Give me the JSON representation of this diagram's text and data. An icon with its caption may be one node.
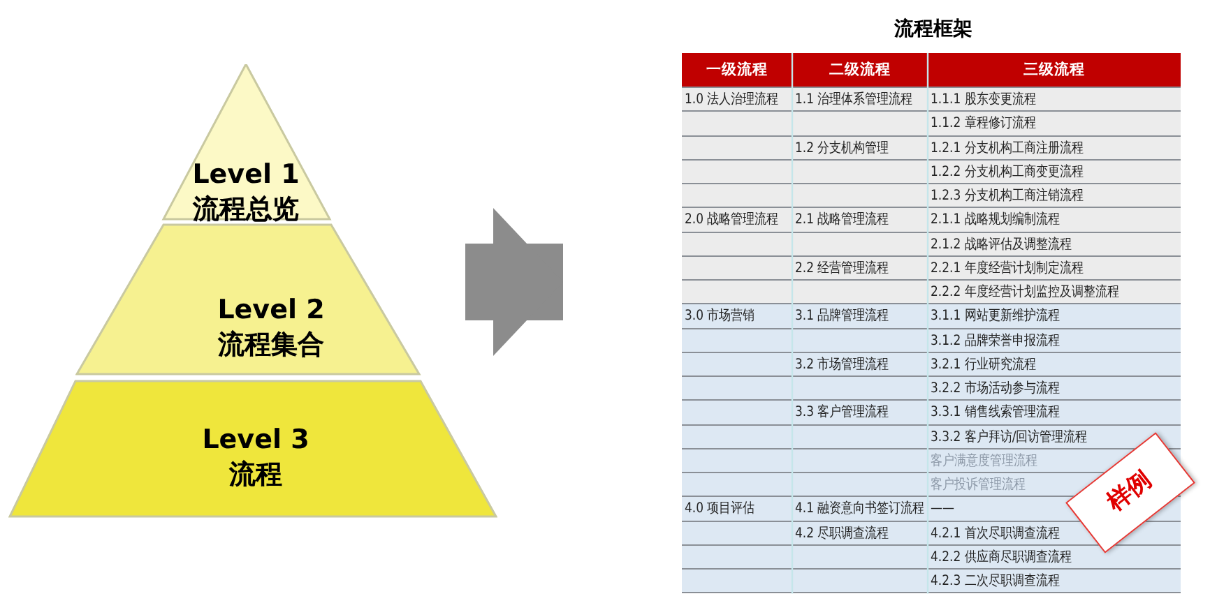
{
  "diagram": {
    "nodes": [
      {
        "text": [
          "Level 1 流程总览"
        ]
      },
      {
        "text": [
          "Level 2 流程集合"
        ]
      },
      {
        "text": [
          "Level 3 流程"
        ]
      },
      {
        "text": [
          "流程框架"
        ]
      }
    ],
    "edges": [
      {
        "from": null,
        "to": 3,
        "arrow": "to"
      }
    ],
    "labels": [
      "一级流程",
      "二级流程",
      "三级流程",
      "1.0 法人治理流程",
      "1.1 治理体系管理流程",
      "1.1.1 股东变更流程",
      "1.1.2 章程修订流程",
      "1.2 分支机构管理",
      "1.2.1 分支机构工商注册流程",
      "1.2.2 分支机构工商变更流程",
      "1.2.3 分支机构工商注销流程",
      "2.0 战略管理流程",
      "2.1 战略管理流程",
      "2.1.1 战略规划编制流程",
      "2.1.2 战略评估及调整流程",
      "2.2 经营管理流程",
      "2.2.1 年度经营计划制定流程",
      "2.2.2 年度经营计划监控及调整流程",
      "3.0 市场营销",
      "3.1 品牌管理流程",
      "3.1.1 网站更新维护流程",
      "3.1.2 品牌荣誉申报流程",
      "3.2 市场管理流程",
      "3.2.1 行业研究流程",
      "3.2.2 市场活动参与流程",
      "3.3 客户管理流程",
      "3.3.1 销售线索管理流程",
      "3.3.2 客户拜访/回访管理流程",
      "客户满意度管理流程",
      "客户投诉管理流程",
      "4.0 项目评估",
      "4.1 融资意向书签订流程",
      "——",
      "4.2 尽职调查流程",
      "4.2.1 首次尽职调查流程",
      "4.2.2 供应商尽职调查流程",
      "4.2.3 二次尽职调查流程",
      "样例"
    ]
  }
}
